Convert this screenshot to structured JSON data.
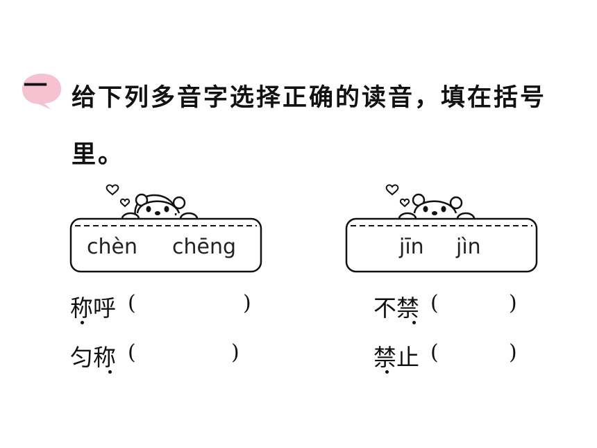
{
  "question": {
    "number": "一",
    "badge_color": "#f6c2d2",
    "instruction": "给下列多音字选择正确的读音，填在括号里。"
  },
  "groups": [
    {
      "pinyin": [
        "chèn",
        "chēng"
      ],
      "words": [
        {
          "text": "称呼",
          "open": "(",
          "close": ")",
          "dotted_char_index": 0
        },
        {
          "text": "匀称",
          "open": "(",
          "close": ")",
          "dotted_char_index": 1
        }
      ]
    },
    {
      "pinyin": [
        "jīn",
        "jìn"
      ],
      "words": [
        {
          "text": "不禁",
          "open": "(",
          "close": ")",
          "dotted_char_index": 1
        },
        {
          "text": "禁止",
          "open": "(",
          "close": ")",
          "dotted_char_index": 0
        }
      ]
    }
  ]
}
